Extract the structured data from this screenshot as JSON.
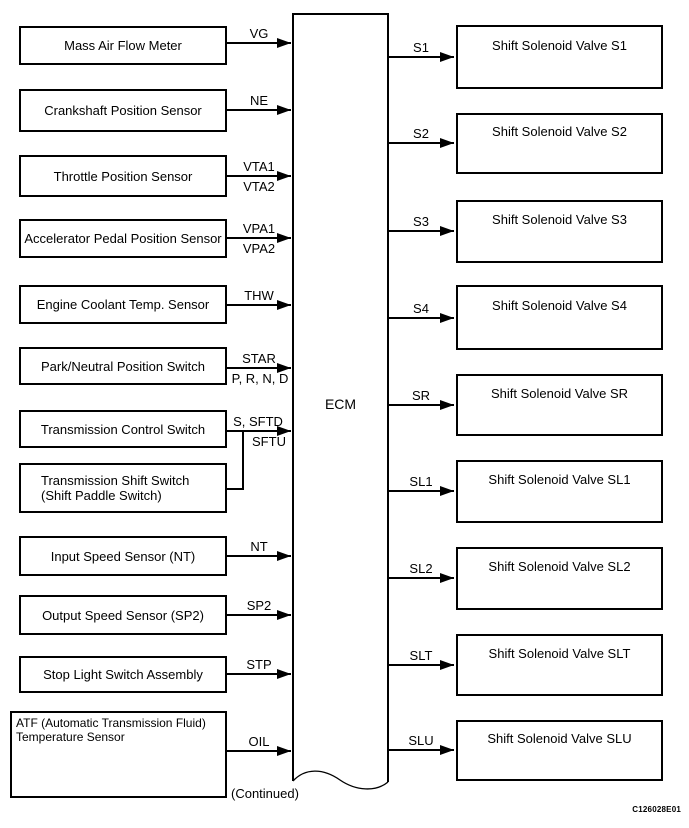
{
  "ecm": {
    "label": "ECM"
  },
  "footer": {
    "continued": "(Continued)",
    "figure_code": "C126028E01"
  },
  "inputs": [
    {
      "label": "Mass Air Flow Meter",
      "signal_top": "VG"
    },
    {
      "label": "Crankshaft Position Sensor",
      "signal_top": "NE"
    },
    {
      "label": "Throttle Position Sensor",
      "signal_top": "VTA1",
      "signal_bottom": "VTA2"
    },
    {
      "label": "Accelerator Pedal Position Sensor",
      "signal_top": "VPA1",
      "signal_bottom": "VPA2"
    },
    {
      "label": "Engine Coolant Temp. Sensor",
      "signal_top": "THW"
    },
    {
      "label": "Park/Neutral Position Switch",
      "signal_top": "STAR",
      "signal_bottom": "P, R, N, D"
    },
    {
      "label": "Transmission Control Switch",
      "signal_top": "S, SFTD",
      "signal_bottom": "SFTU"
    },
    {
      "label": "Transmission Shift Switch\n(Shift Paddle Switch)"
    },
    {
      "label": "Input Speed Sensor (NT)",
      "signal_top": "NT"
    },
    {
      "label": "Output Speed Sensor (SP2)",
      "signal_top": "SP2"
    },
    {
      "label": "Stop Light Switch Assembly",
      "signal_top": "STP"
    },
    {
      "label": "ATF (Automatic Transmission Fluid)\nTemperature Sensor",
      "signal_top": "OIL"
    }
  ],
  "outputs": [
    {
      "signal": "S1",
      "label": "Shift Solenoid Valve S1"
    },
    {
      "signal": "S2",
      "label": "Shift Solenoid Valve S2"
    },
    {
      "signal": "S3",
      "label": "Shift Solenoid Valve S3"
    },
    {
      "signal": "S4",
      "label": "Shift Solenoid Valve S4"
    },
    {
      "signal": "SR",
      "label": "Shift Solenoid Valve SR"
    },
    {
      "signal": "SL1",
      "label": "Shift Solenoid Valve SL1"
    },
    {
      "signal": "SL2",
      "label": "Shift Solenoid Valve SL2"
    },
    {
      "signal": "SLT",
      "label": "Shift Solenoid Valve SLT"
    },
    {
      "signal": "SLU",
      "label": "Shift Solenoid Valve SLU"
    }
  ]
}
